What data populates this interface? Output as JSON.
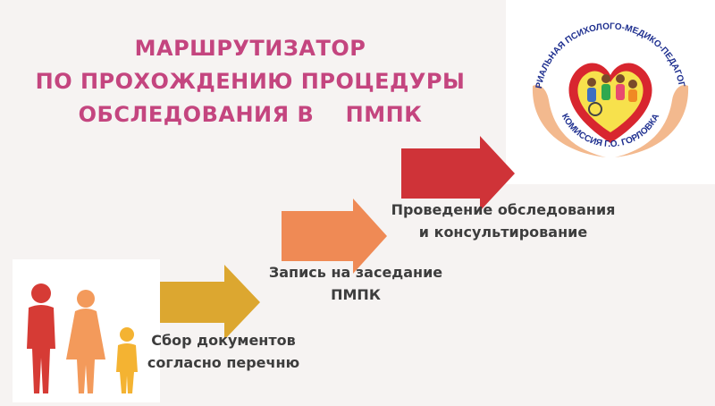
{
  "title": {
    "lines": [
      "МАРШРУТИЗАТОР",
      "ПО ПРОХОЖДЕНИЮ ПРОЦЕДУРЫ",
      "ОБСЛЕДОВАНИЯ В    ПМПК"
    ]
  },
  "logo": {
    "text_top": "ТЕРРИТОРИАЛЬНАЯ ПСИХОЛОГО-МЕДИКО-ПЕДАГОГИЧЕСКАЯ",
    "text_bottom": "КОМИССИЯ Г.О. ГОРЛОВКА"
  },
  "steps": [
    {
      "line1": "Сбор документов",
      "line2": "согласно перечню",
      "color": "#dca730"
    },
    {
      "line1": "Запись на заседание",
      "line2": "ПМПК",
      "color": "#ef8a55"
    },
    {
      "line1": "Проведение обследования",
      "line2": "и консультирование",
      "color": "#cf3338"
    }
  ],
  "colors": {
    "title": "#c4457f",
    "family_parent1": "#d63b35",
    "family_parent2": "#f39a5b",
    "family_child": "#f4b332"
  }
}
